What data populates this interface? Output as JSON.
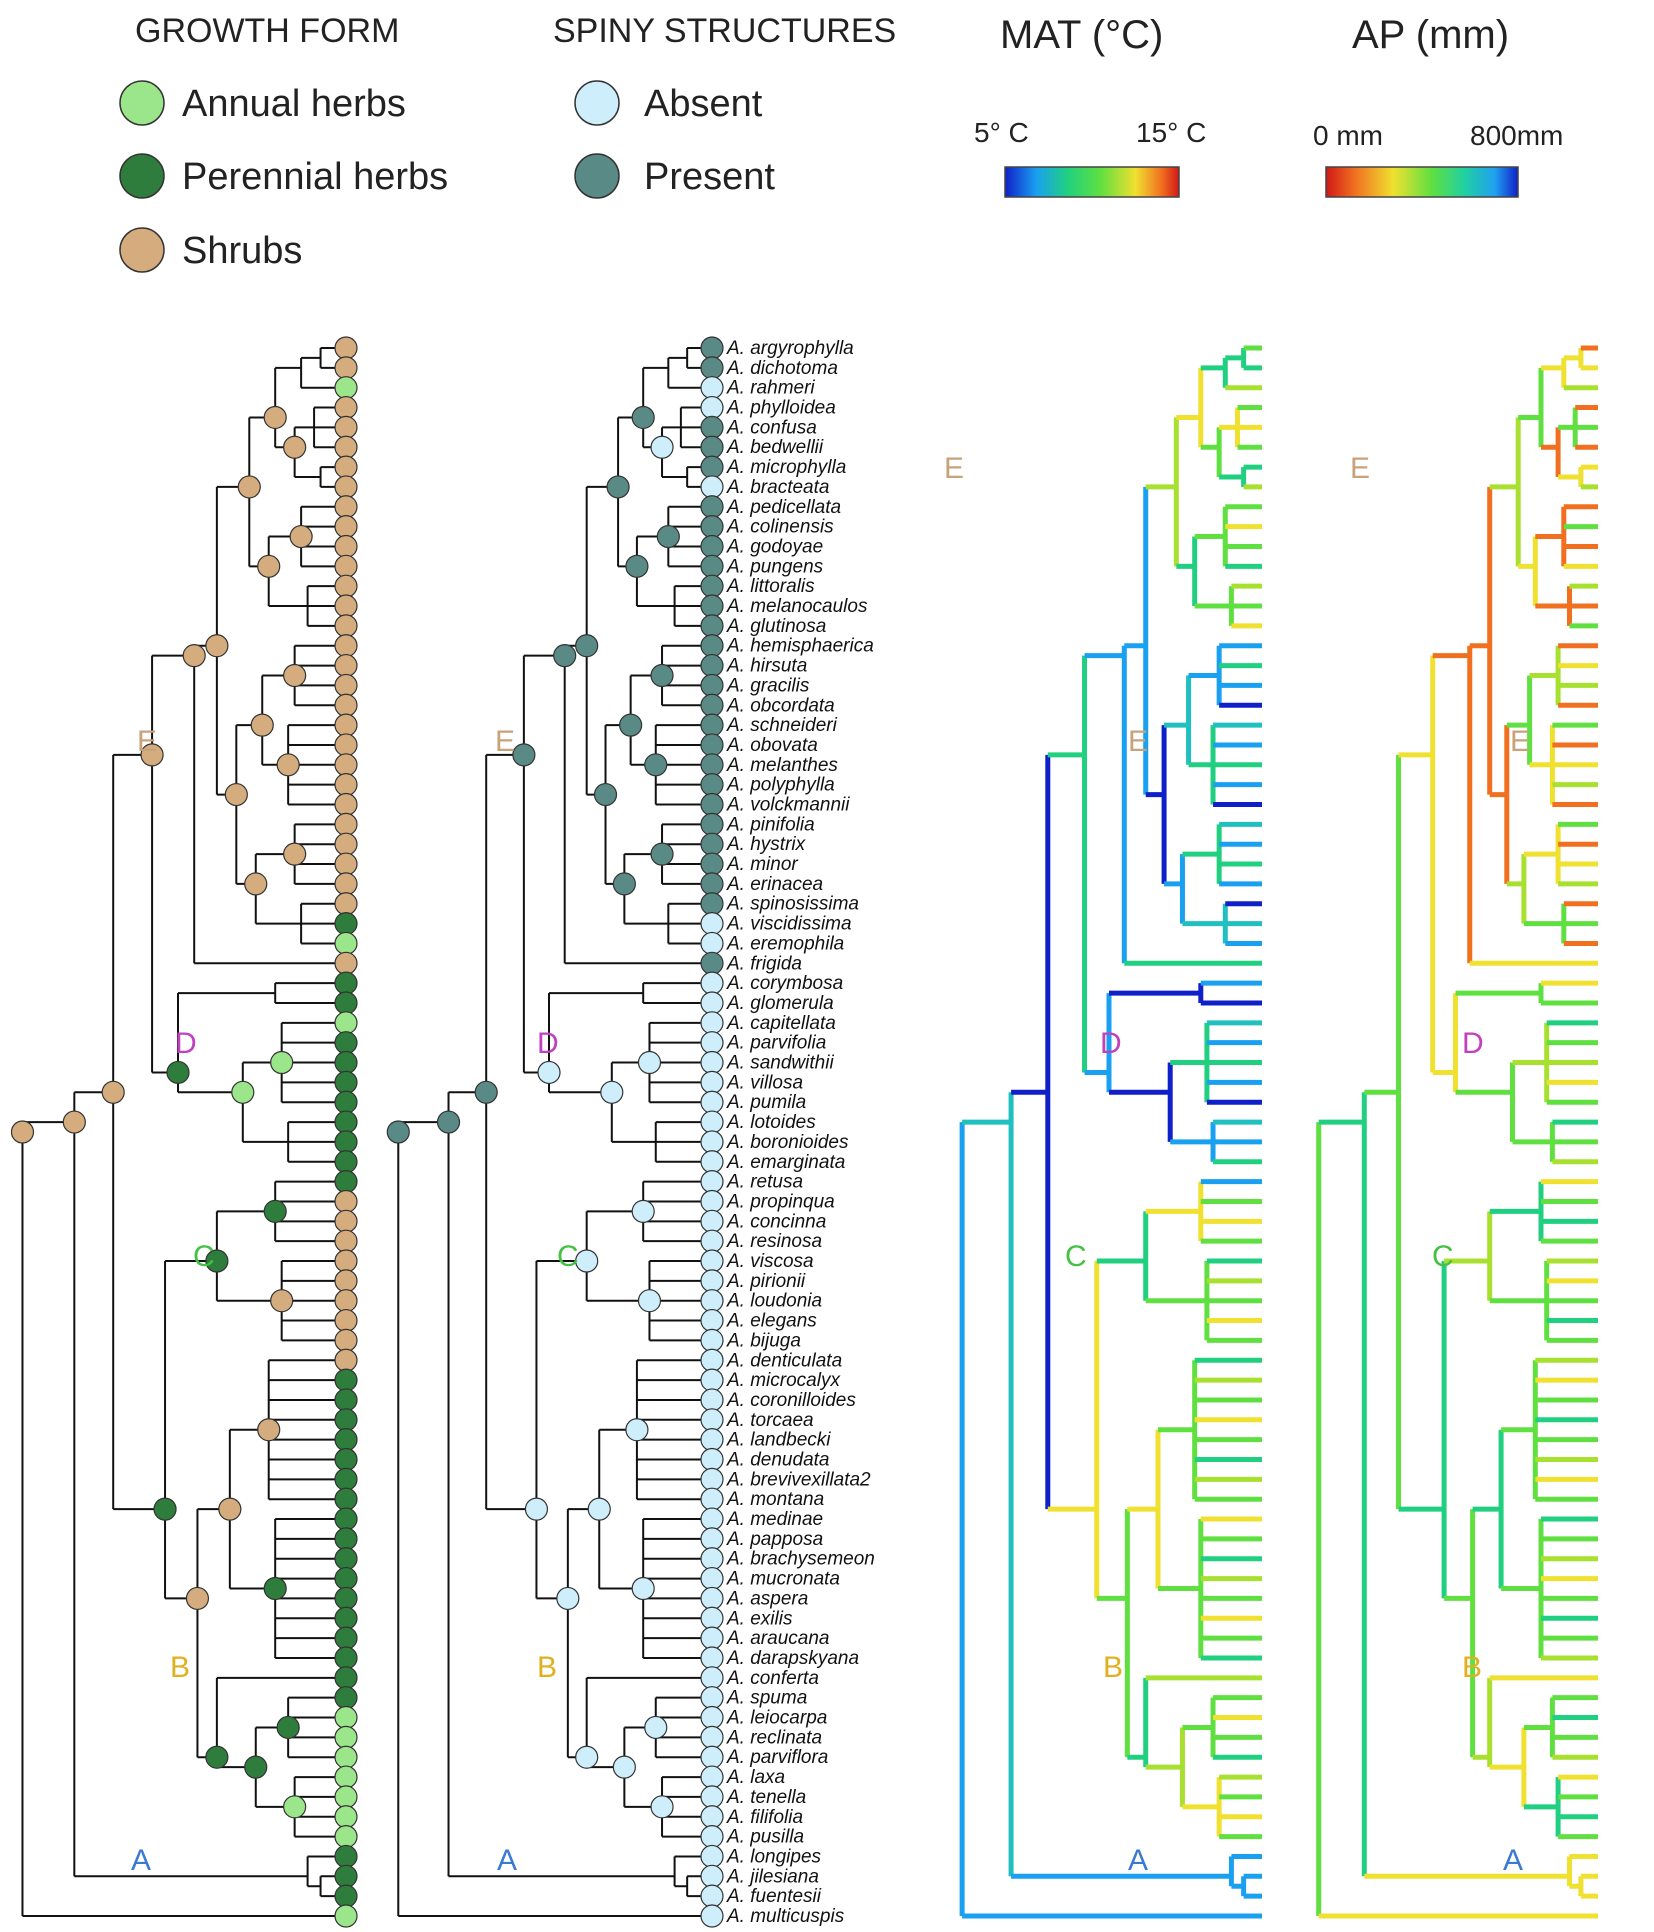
{
  "legends": {
    "growth_form": {
      "title": "GROWTH FORM",
      "items": [
        {
          "label": "Annual herbs",
          "color": "#9be58a"
        },
        {
          "label": "Perennial herbs",
          "color": "#2e7d3c"
        },
        {
          "label": "Shrubs",
          "color": "#d4ac7e"
        }
      ]
    },
    "spiny": {
      "title": "SPINY STRUCTURES",
      "items": [
        {
          "label": "Absent",
          "color": "#cdeefa"
        },
        {
          "label": "Present",
          "color": "#5a8a85"
        }
      ]
    }
  },
  "scales": {
    "mat": {
      "title": "MAT (°C)",
      "min_label": "5° C",
      "max_label": "15° C",
      "gradient": [
        "#1020c8",
        "#1aa0f0",
        "#20d080",
        "#60e040",
        "#f0e030",
        "#f07020",
        "#d01818"
      ]
    },
    "ap": {
      "title": "AP (mm)",
      "min_label": "0 mm",
      "max_label": "800mm",
      "gradient": [
        "#d01818",
        "#f07020",
        "#f0e030",
        "#60e040",
        "#20d0a0",
        "#20a0f0",
        "#1020c8"
      ]
    }
  },
  "clades": {
    "A": {
      "label": "A",
      "color": "#3a7ad0"
    },
    "B": {
      "label": "B",
      "color": "#e0b020"
    },
    "C": {
      "label": "C",
      "color": "#44c044"
    },
    "D": {
      "label": "D",
      "color": "#c040c0"
    },
    "E": {
      "label": "E",
      "color": "#c8a27a"
    }
  },
  "taxa": [
    "A. argyrophylla",
    "A. dichotoma",
    "A. rahmeri",
    "A. phylloidea",
    "A. confusa",
    "A. bedwellii",
    "A. microphylla",
    "A. bracteata",
    "A. pedicellata",
    "A. colinensis",
    "A. godoyae",
    "A. pungens",
    "A. littoralis",
    "A. melanocaulos",
    "A. glutinosa",
    "A. hemisphaerica",
    "A. hirsuta",
    "A. gracilis",
    "A. obcordata",
    "A. schneideri",
    "A. obovata",
    "A. melanthes",
    "A. polyphylla",
    "A. volckmannii",
    "A. pinifolia",
    "A. hystrix",
    "A. minor",
    "A. erinacea",
    "A. spinosissima",
    "A. viscidissima",
    "A. eremophila",
    "A. frigida",
    "A. corymbosa",
    "A. glomerula",
    "A. capitellata",
    "A. parvifolia",
    "A. sandwithii",
    "A. villosa",
    "A. pumila",
    "A. lotoides",
    "A. boronioides",
    "A. emarginata",
    "A. retusa",
    "A. propinqua",
    "A. concinna",
    "A. resinosa",
    "A. viscosa",
    "A. pirionii",
    "A. loudonia",
    "A. elegans",
    "A. bijuga",
    "A. denticulata",
    "A. microcalyx",
    "A. coronilloides",
    "A. torcaea",
    "A. landbecki",
    "A. denudata",
    "A. brevivexillata2",
    "A. montana",
    "A. medinae",
    "A. papposa",
    "A. brachysemeon",
    "A. mucronata",
    "A. aspera",
    "A. exilis",
    "A. araucana",
    "A. darapskyana",
    "A. conferta",
    "A. spuma",
    "A. leiocarpa",
    "A. reclinata",
    "A. parviflora",
    "A. laxa",
    "A. tenella",
    "A. filifolia",
    "A. pusilla",
    "A. longipes",
    "A. jilesiana",
    "A. fuentesii",
    "A. multicuspis"
  ],
  "growth_form_tips": [
    "S",
    "S",
    "A",
    "S",
    "S",
    "S",
    "S",
    "S",
    "S",
    "S",
    "S",
    "S",
    "S",
    "S",
    "S",
    "S",
    "S",
    "S",
    "S",
    "S",
    "S",
    "S",
    "S",
    "S",
    "S",
    "S",
    "S",
    "S",
    "S",
    "P",
    "A",
    "S",
    "P",
    "P",
    "A",
    "P",
    "P",
    "P",
    "P",
    "P",
    "P",
    "P",
    "P",
    "S",
    "S",
    "S",
    "S",
    "S",
    "S",
    "S",
    "S",
    "S",
    "P",
    "P",
    "P",
    "P",
    "P",
    "P",
    "P",
    "P",
    "P",
    "P",
    "P",
    "P",
    "P",
    "P",
    "P",
    "P",
    "P",
    "A",
    "A",
    "A",
    "A",
    "A",
    "A",
    "A",
    "P",
    "P",
    "P",
    "A"
  ],
  "spiny_tips": [
    "P",
    "P",
    "A",
    "A",
    "P",
    "P",
    "P",
    "A",
    "P",
    "P",
    "P",
    "P",
    "P",
    "P",
    "P",
    "P",
    "P",
    "P",
    "P",
    "P",
    "P",
    "P",
    "P",
    "P",
    "P",
    "P",
    "P",
    "P",
    "P",
    "A",
    "A",
    "P",
    "A",
    "A",
    "A",
    "A",
    "A",
    "A",
    "A",
    "A",
    "A",
    "A",
    "A",
    "A",
    "A",
    "A",
    "A",
    "A",
    "A",
    "A",
    "A",
    "A",
    "A",
    "A",
    "A",
    "A",
    "A",
    "A",
    "A",
    "A",
    "A",
    "A",
    "A",
    "A",
    "A",
    "A",
    "A",
    "A",
    "A",
    "A",
    "A",
    "A",
    "A",
    "A",
    "A",
    "A",
    "A",
    "A",
    "A",
    "A"
  ]
}
